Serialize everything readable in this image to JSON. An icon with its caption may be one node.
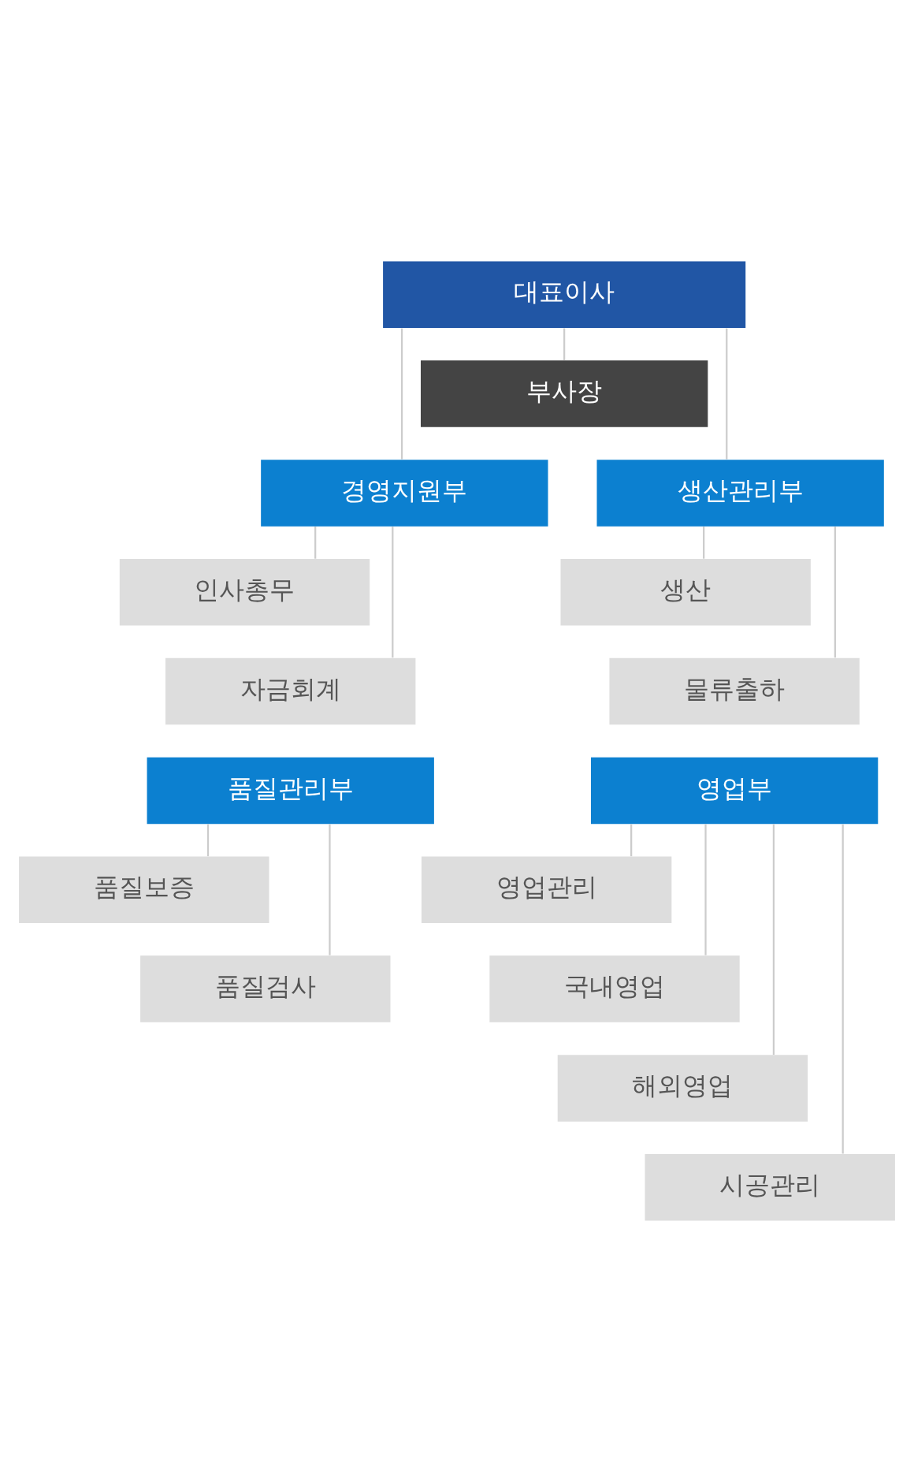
{
  "diagram": {
    "nodes": [
      {
        "text": [
          "대표이사"
        ]
      },
      {
        "text": [
          "부사장"
        ]
      },
      {
        "text": [
          "경영지원부"
        ]
      },
      {
        "text": [
          "인사총무"
        ]
      },
      {
        "text": [
          "자금회계"
        ]
      },
      {
        "text": [
          "생산관리부"
        ]
      },
      {
        "text": [
          "생산"
        ]
      },
      {
        "text": [
          "물류출하"
        ]
      },
      {
        "text": [
          "품질관리부"
        ]
      },
      {
        "text": [
          "품질보증"
        ]
      },
      {
        "text": [
          "품질검사"
        ]
      },
      {
        "text": [
          "영업부"
        ]
      },
      {
        "text": [
          "영업관리"
        ]
      },
      {
        "text": [
          "국내영업"
        ]
      },
      {
        "text": [
          "해외영업"
        ]
      },
      {
        "text": [
          "시공관리"
        ]
      }
    ],
    "edges": [
      {
        "from": 0,
        "to": 1,
        "arrow": "none"
      },
      {
        "from": 0,
        "to": 2,
        "arrow": "none"
      },
      {
        "from": 0,
        "to": 5,
        "arrow": "none"
      },
      {
        "from": 2,
        "to": 3,
        "arrow": "none"
      },
      {
        "from": 2,
        "to": 4,
        "arrow": "none"
      },
      {
        "from": 5,
        "to": 6,
        "arrow": "none"
      },
      {
        "from": 5,
        "to": 7,
        "arrow": "none"
      },
      {
        "from": 8,
        "to": 9,
        "arrow": "none"
      },
      {
        "from": 8,
        "to": 10,
        "arrow": "none"
      },
      {
        "from": 11,
        "to": 12,
        "arrow": "none"
      },
      {
        "from": 11,
        "to": 13,
        "arrow": "none"
      },
      {
        "from": 11,
        "to": 14,
        "arrow": "none"
      },
      {
        "from": 11,
        "to": 15,
        "arrow": "none"
      }
    ]
  }
}
